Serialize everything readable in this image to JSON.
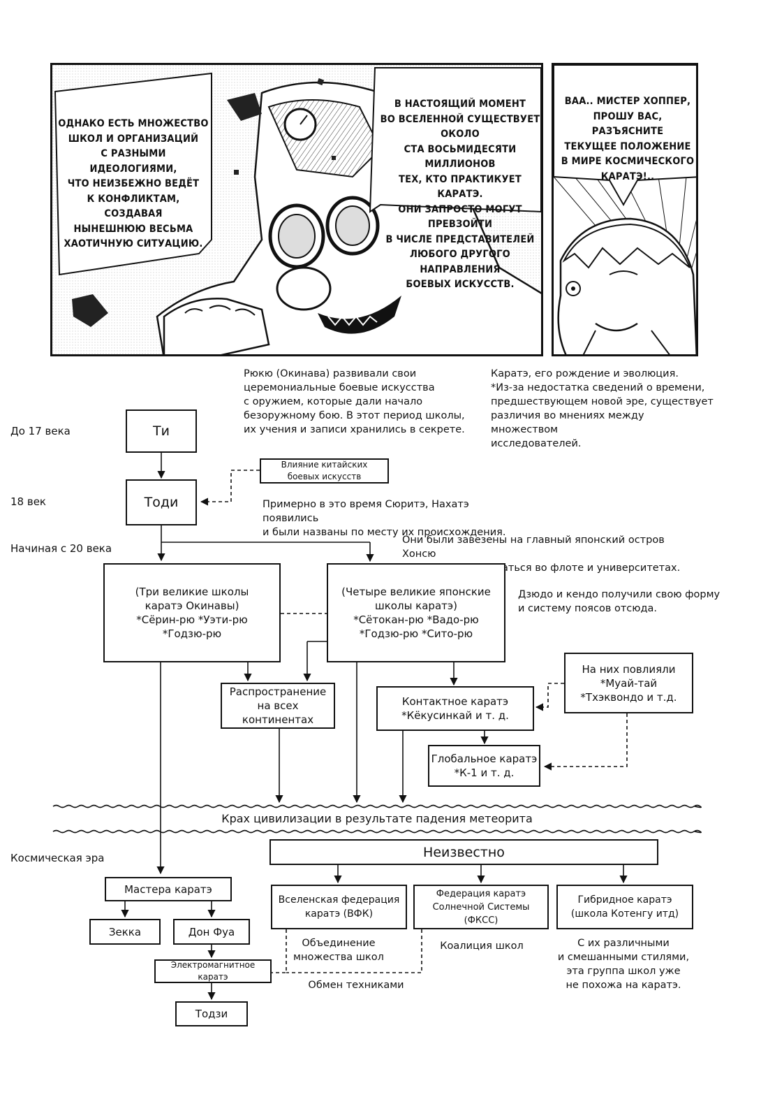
{
  "comic": {
    "panel1_text_left": "Однако есть множество\nшкол и организаций\nс разными идеологиями,\nчто неизбежно ведёт\nк конфликтам, создавая\nнынешнюю весьма\nхаотичную ситуацию.",
    "panel1_text_right": "В настоящий момент\nво вселенной существует около\nста восьмидесяти миллионов\nтех, кто практикует каратэ.\nОни запросто могут превзойти\nв числе представителей\nлюбого другого направления\nбоевых искусств.",
    "panel2_text": "Ваа.. Мистер Хоппер,\nпрошу вас, разъясните\nтекущее положение\nв мире космического\nкаратэ!.."
  },
  "notes": {
    "ryukyu": "Рюкю (Окинава) развивали свои\nцеремониальные боевые искусства\nс оружием, которые дали начало\nбезоружному бою. В этот период школы,\nих учения и записи хранились в секрете.",
    "origin": "Каратэ, его рождение и эволюция.\n*Из-за недостатка сведений о времени,\nпредшествующем новой эре, существует\nразличия во мнениях между множеством\nисследователей.",
    "suritai": "Примерно в это время Сюритэ, Нахатэ появились\nи были названы по месту их происхождения.",
    "honshu": "Они были завезены на главный японский остров Хонсю\nи стали практиковаться во флоте и университетах.",
    "judo": "Дзюдо и кендо получили свою форму\nи систему поясов отсюда.",
    "unification": "Объединение\nмножества школ",
    "coalition": "Коалиция школ",
    "exchange": "Обмен техниками",
    "hybrid_note": "С их различными\nи смешанными стилями,\nэта группа школ уже\nне похожа на каратэ."
  },
  "eras": {
    "before17": "До 17 века",
    "c18": "18 век",
    "from20": "Начиная с 20 века",
    "space": "Космическая эра"
  },
  "boxes": {
    "ti": "Ти",
    "todi": "Тоди",
    "chinese": "Влияние китайских\nбоевых искусств",
    "okinawa": "(Три великие школы\nкаратэ Окинавы)\n*Сёрин-рю *Уэти-рю\n*Годзю-рю",
    "japan": "(Четыре великие японские\nшколы каратэ)\n*Сётокан-рю *Вадо-рю\n*Годзю-рю *Сито-рю",
    "spread": "Распространение\nна всех континентах",
    "contact": "Контактное каратэ\n*Кёкусинкай и т. д.",
    "influenced": "На них повлияли\n*Муай-тай\n*Тхэквондо и т.д.",
    "global": "Глобальное каратэ\n*К-1 и т. д.",
    "unknown": "Неизвестно",
    "masters": "Мастера каратэ",
    "zekka": "Зекка",
    "donfua": "Дон Фуа",
    "electro": "Электромагнитное каратэ",
    "todzi": "Тодзи",
    "vfk": "Вселенская федерация\nкаратэ (ВФК)",
    "fkss": "Федерация каратэ\nСолнечной Системы\n(ФКСС)",
    "hybrid": "Гибридное каратэ\n(школа Котенгу итд)"
  },
  "meteor": "Крах цивилизации в результате падения метеорита"
}
